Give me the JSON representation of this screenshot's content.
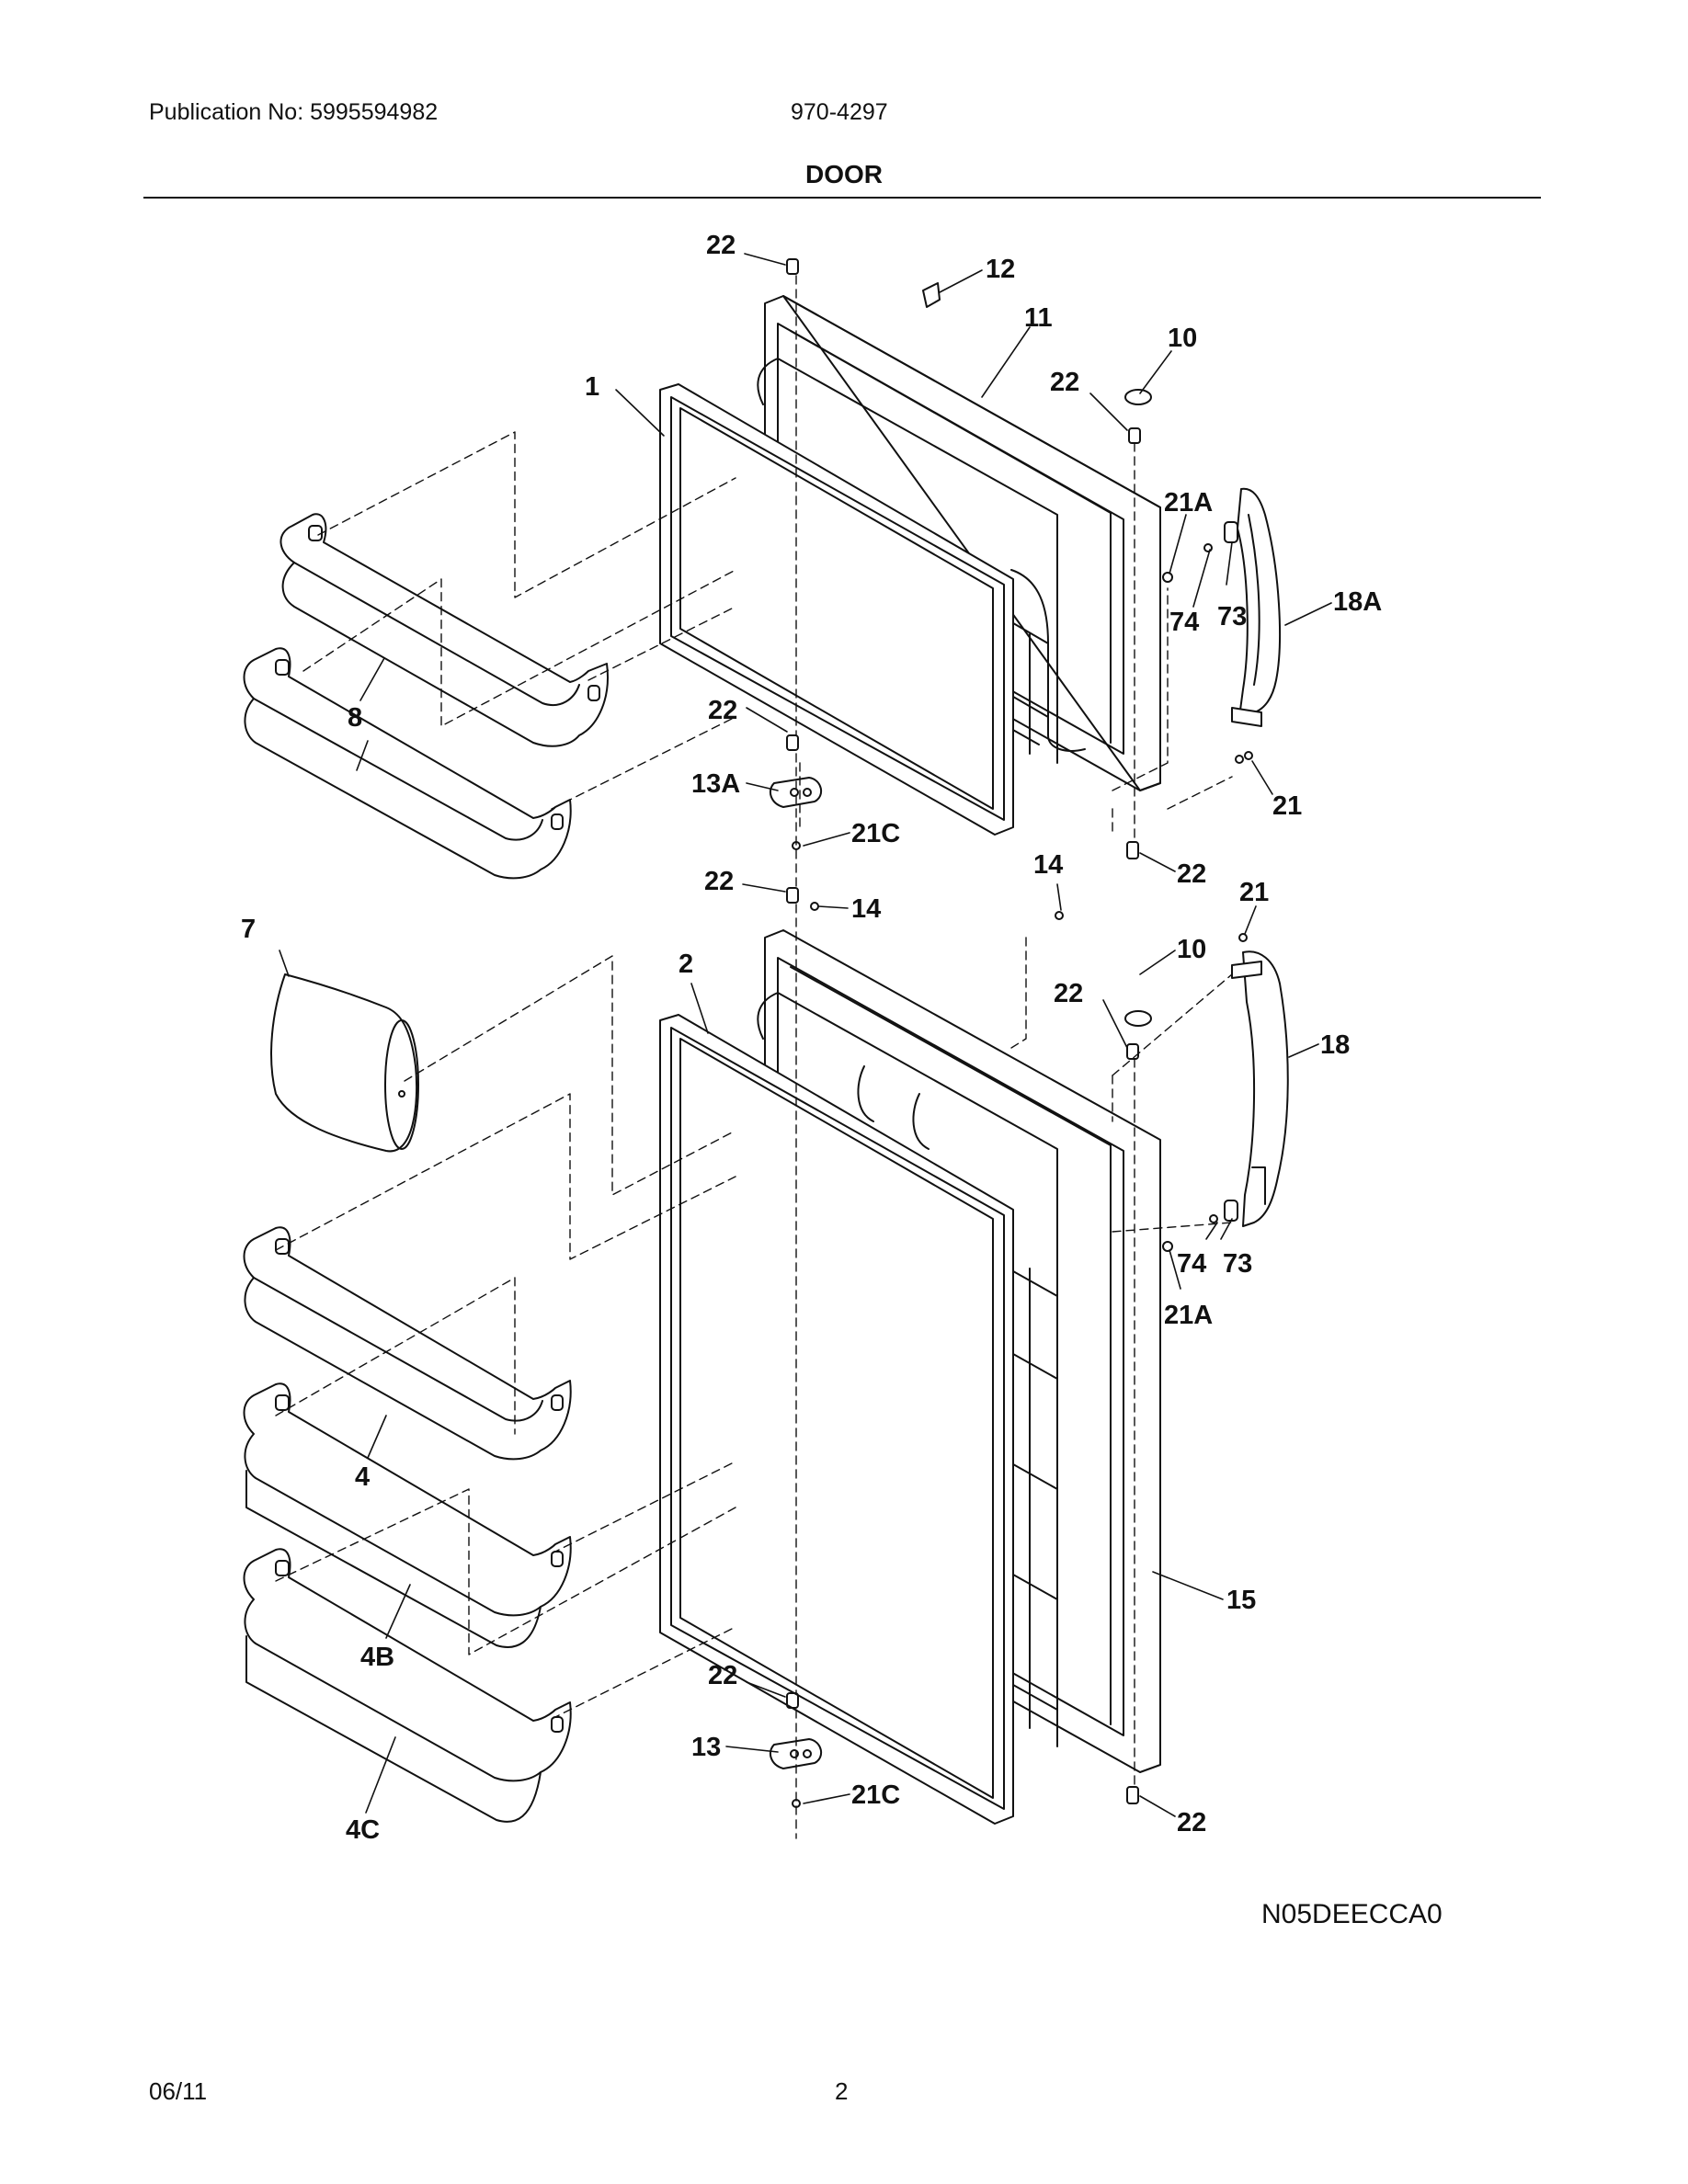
{
  "header": {
    "publication": "Publication No: 5995594982",
    "model": "970-4297",
    "title": "DOOR"
  },
  "footer": {
    "diagram_code": "N05DEECCA0",
    "date": "06/11",
    "page": "2"
  },
  "callouts": [
    {
      "id": "c1",
      "text": "22"
    },
    {
      "id": "c2",
      "text": "12"
    },
    {
      "id": "c3",
      "text": "11"
    },
    {
      "id": "c4",
      "text": "10"
    },
    {
      "id": "c5",
      "text": "22"
    },
    {
      "id": "c6",
      "text": "1"
    },
    {
      "id": "c7",
      "text": "21A"
    },
    {
      "id": "c8",
      "text": "18A"
    },
    {
      "id": "c9",
      "text": "73"
    },
    {
      "id": "c10",
      "text": "74"
    },
    {
      "id": "c11",
      "text": "8"
    },
    {
      "id": "c12",
      "text": "22"
    },
    {
      "id": "c13",
      "text": "13A"
    },
    {
      "id": "c14",
      "text": "21C"
    },
    {
      "id": "c15",
      "text": "21"
    },
    {
      "id": "c16",
      "text": "22"
    },
    {
      "id": "c17",
      "text": "22"
    },
    {
      "id": "c18",
      "text": "14"
    },
    {
      "id": "c19",
      "text": "14"
    },
    {
      "id": "c20",
      "text": "21"
    },
    {
      "id": "c21",
      "text": "7"
    },
    {
      "id": "c22",
      "text": "2"
    },
    {
      "id": "c23",
      "text": "10"
    },
    {
      "id": "c24",
      "text": "22"
    },
    {
      "id": "c25",
      "text": "18"
    },
    {
      "id": "c26",
      "text": "74"
    },
    {
      "id": "c27",
      "text": "73"
    },
    {
      "id": "c28",
      "text": "21A"
    },
    {
      "id": "c29",
      "text": "4"
    },
    {
      "id": "c30",
      "text": "15"
    },
    {
      "id": "c31",
      "text": "4B"
    },
    {
      "id": "c32",
      "text": "22"
    },
    {
      "id": "c33",
      "text": "13"
    },
    {
      "id": "c34",
      "text": "21C"
    },
    {
      "id": "c35",
      "text": "22"
    },
    {
      "id": "c36",
      "text": "4C"
    }
  ]
}
